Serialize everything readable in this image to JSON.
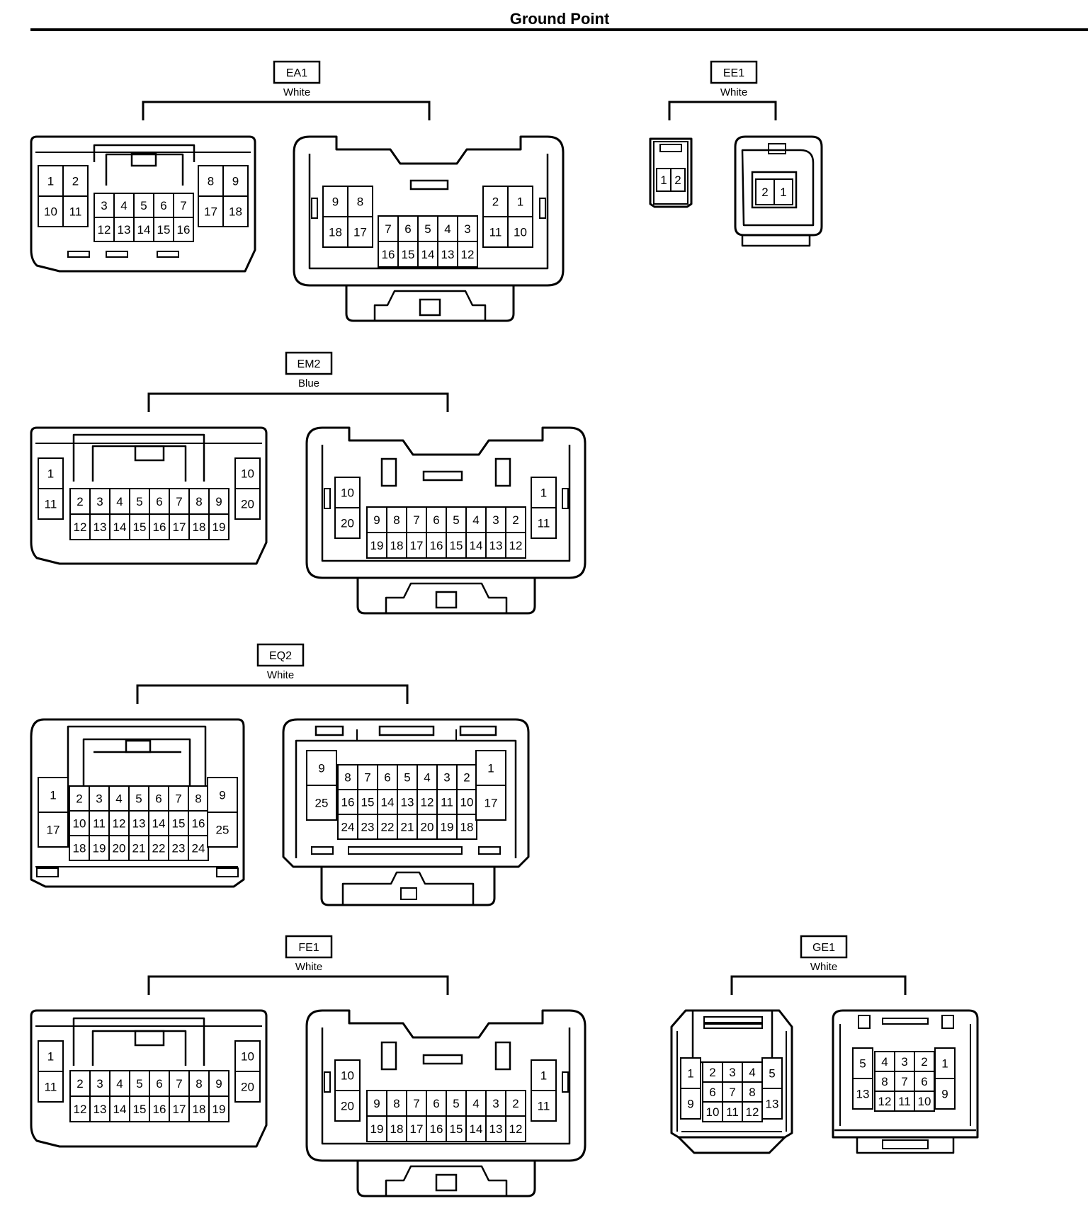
{
  "page_title": "Ground Point",
  "connectors": [
    {
      "id": "EA1",
      "color": "White",
      "views": [
        {
          "pins": [
            [
              "1",
              "2",
              "",
              "",
              "",
              "",
              "",
              "9",
              ""
            ],
            [],
            [],
            []
          ],
          "cells": [
            {
              "t": "1"
            },
            {
              "t": "2"
            },
            {
              "t": "10"
            },
            {
              "t": "11"
            },
            {
              "t": "3"
            },
            {
              "t": "4"
            },
            {
              "t": "5"
            },
            {
              "t": "6"
            },
            {
              "t": "7"
            },
            {
              "t": "12"
            },
            {
              "t": "13"
            },
            {
              "t": "14"
            },
            {
              "t": "15"
            },
            {
              "t": "16"
            },
            {
              "t": "8"
            },
            {
              "t": "9"
            },
            {
              "t": "17"
            },
            {
              "t": "18"
            }
          ]
        },
        {
          "cells": [
            {
              "t": "9"
            },
            {
              "t": "8"
            },
            {
              "t": "18"
            },
            {
              "t": "17"
            },
            {
              "t": "7"
            },
            {
              "t": "6"
            },
            {
              "t": "5"
            },
            {
              "t": "4"
            },
            {
              "t": "3"
            },
            {
              "t": "16"
            },
            {
              "t": "15"
            },
            {
              "t": "14"
            },
            {
              "t": "13"
            },
            {
              "t": "12"
            },
            {
              "t": "2"
            },
            {
              "t": "1"
            },
            {
              "t": "11"
            },
            {
              "t": "10"
            }
          ]
        }
      ]
    },
    {
      "id": "EE1",
      "color": "White",
      "views": [
        {
          "cells": [
            {
              "t": "1"
            },
            {
              "t": "2"
            }
          ]
        },
        {
          "cells": [
            {
              "t": "2"
            },
            {
              "t": "1"
            }
          ]
        }
      ]
    },
    {
      "id": "EM2",
      "color": "Blue",
      "views": [
        {
          "cells": [
            {
              "t": "1"
            },
            {
              "t": "11"
            },
            {
              "t": "2"
            },
            {
              "t": "3"
            },
            {
              "t": "4"
            },
            {
              "t": "5"
            },
            {
              "t": "6"
            },
            {
              "t": "7"
            },
            {
              "t": "8"
            },
            {
              "t": "9"
            },
            {
              "t": "12"
            },
            {
              "t": "13"
            },
            {
              "t": "14"
            },
            {
              "t": "15"
            },
            {
              "t": "16"
            },
            {
              "t": "17"
            },
            {
              "t": "18"
            },
            {
              "t": "19"
            },
            {
              "t": "10"
            },
            {
              "t": "20"
            }
          ]
        },
        {
          "cells": [
            {
              "t": "10"
            },
            {
              "t": "20"
            },
            {
              "t": "9"
            },
            {
              "t": "8"
            },
            {
              "t": "7"
            },
            {
              "t": "6"
            },
            {
              "t": "5"
            },
            {
              "t": "4"
            },
            {
              "t": "3"
            },
            {
              "t": "2"
            },
            {
              "t": "19"
            },
            {
              "t": "18"
            },
            {
              "t": "17"
            },
            {
              "t": "16"
            },
            {
              "t": "15"
            },
            {
              "t": "14"
            },
            {
              "t": "13"
            },
            {
              "t": "12"
            },
            {
              "t": "1"
            },
            {
              "t": "11"
            }
          ]
        }
      ]
    },
    {
      "id": "EQ2",
      "color": "White",
      "views": [
        {
          "cells": [
            {
              "t": "1"
            },
            {
              "t": "17"
            },
            {
              "t": "2"
            },
            {
              "t": "3"
            },
            {
              "t": "4"
            },
            {
              "t": "5"
            },
            {
              "t": "6"
            },
            {
              "t": "7"
            },
            {
              "t": "8"
            },
            {
              "t": "10"
            },
            {
              "t": "11"
            },
            {
              "t": "12"
            },
            {
              "t": "13"
            },
            {
              "t": "14"
            },
            {
              "t": "15"
            },
            {
              "t": "16"
            },
            {
              "t": "18"
            },
            {
              "t": "19"
            },
            {
              "t": "20"
            },
            {
              "t": "21"
            },
            {
              "t": "22"
            },
            {
              "t": "23"
            },
            {
              "t": "24"
            },
            {
              "t": "9"
            },
            {
              "t": "25"
            }
          ]
        },
        {
          "cells": [
            {
              "t": "9"
            },
            {
              "t": "25"
            },
            {
              "t": "8"
            },
            {
              "t": "7"
            },
            {
              "t": "6"
            },
            {
              "t": "5"
            },
            {
              "t": "4"
            },
            {
              "t": "3"
            },
            {
              "t": "2"
            },
            {
              "t": "16"
            },
            {
              "t": "15"
            },
            {
              "t": "14"
            },
            {
              "t": "13"
            },
            {
              "t": "12"
            },
            {
              "t": "11"
            },
            {
              "t": "10"
            },
            {
              "t": "24"
            },
            {
              "t": "23"
            },
            {
              "t": "22"
            },
            {
              "t": "21"
            },
            {
              "t": "20"
            },
            {
              "t": "19"
            },
            {
              "t": "18"
            },
            {
              "t": "1"
            },
            {
              "t": "17"
            }
          ]
        }
      ]
    },
    {
      "id": "FE1",
      "color": "White",
      "views": [
        {
          "cells": [
            {
              "t": "1"
            },
            {
              "t": "11"
            },
            {
              "t": "2"
            },
            {
              "t": "3"
            },
            {
              "t": "4"
            },
            {
              "t": "5"
            },
            {
              "t": "6"
            },
            {
              "t": "7"
            },
            {
              "t": "8"
            },
            {
              "t": "9"
            },
            {
              "t": "12"
            },
            {
              "t": "13"
            },
            {
              "t": "14"
            },
            {
              "t": "15"
            },
            {
              "t": "16"
            },
            {
              "t": "17"
            },
            {
              "t": "18"
            },
            {
              "t": "19"
            },
            {
              "t": "10"
            },
            {
              "t": "20"
            }
          ]
        },
        {
          "cells": [
            {
              "t": "10"
            },
            {
              "t": "20"
            },
            {
              "t": "9"
            },
            {
              "t": "8"
            },
            {
              "t": "7"
            },
            {
              "t": "6"
            },
            {
              "t": "5"
            },
            {
              "t": "4"
            },
            {
              "t": "3"
            },
            {
              "t": "2"
            },
            {
              "t": "19"
            },
            {
              "t": "18"
            },
            {
              "t": "17"
            },
            {
              "t": "16"
            },
            {
              "t": "15"
            },
            {
              "t": "14"
            },
            {
              "t": "13"
            },
            {
              "t": "12"
            },
            {
              "t": "1"
            },
            {
              "t": "11"
            }
          ]
        }
      ]
    },
    {
      "id": "GE1",
      "color": "White",
      "views": [
        {
          "cells": [
            {
              "t": "1"
            },
            {
              "t": "9"
            },
            {
              "t": "2"
            },
            {
              "t": "3"
            },
            {
              "t": "4"
            },
            {
              "t": "6"
            },
            {
              "t": "7"
            },
            {
              "t": "8"
            },
            {
              "t": "10"
            },
            {
              "t": "11"
            },
            {
              "t": "12"
            },
            {
              "t": "5"
            },
            {
              "t": "13"
            }
          ]
        },
        {
          "cells": [
            {
              "t": "5"
            },
            {
              "t": "13"
            },
            {
              "t": "4"
            },
            {
              "t": "3"
            },
            {
              "t": "2"
            },
            {
              "t": "8"
            },
            {
              "t": "7"
            },
            {
              "t": "6"
            },
            {
              "t": "12"
            },
            {
              "t": "11"
            },
            {
              "t": "10"
            },
            {
              "t": "1"
            },
            {
              "t": "9"
            }
          ]
        }
      ]
    }
  ]
}
